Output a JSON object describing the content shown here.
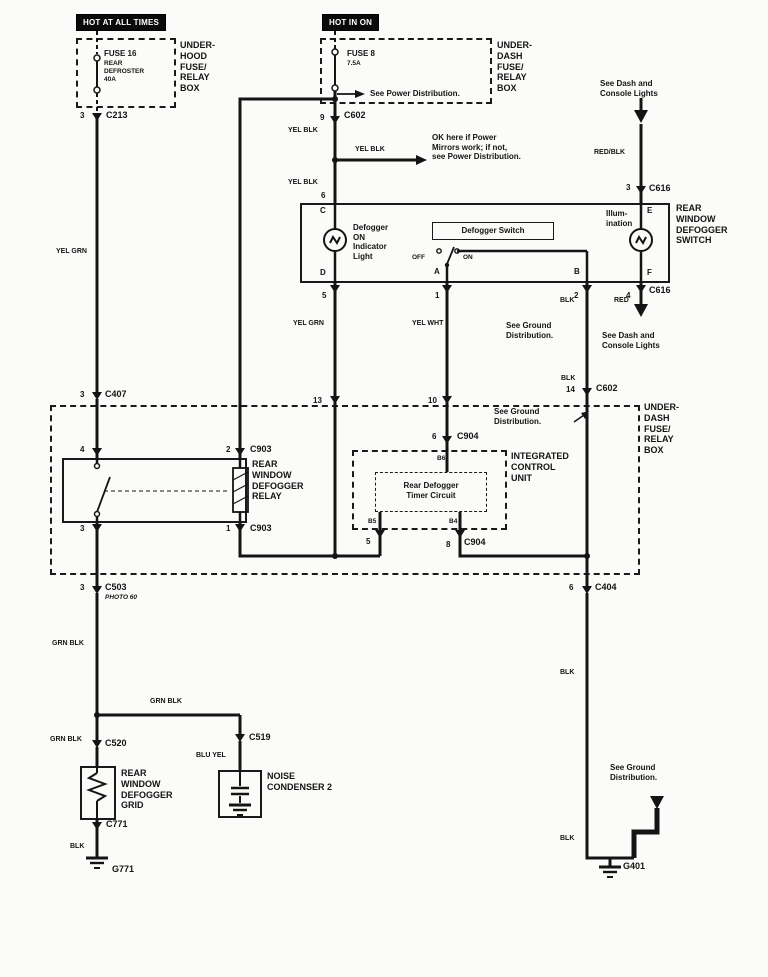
{
  "power": {
    "hot_at_all_times": "HOT AT ALL TIMES",
    "hot_in_on": "HOT IN ON"
  },
  "fuse16": {
    "name": "FUSE 16",
    "desc": "REAR\nDEFROSTER\n40A"
  },
  "fuse8": {
    "name": "FUSE 8",
    "rating": "7.5A"
  },
  "box_labels": {
    "underhood": "UNDER-\nHOOD\nFUSE/\nRELAY\nBOX",
    "underdash_top": "UNDER-\nDASH\nFUSE/\nRELAY\nBOX",
    "underdash_main": "UNDER-\nDASH\nFUSE/\nRELAY\nBOX"
  },
  "components": {
    "switch_label": "REAR\nWINDOW\nDEFOGGER\nSWITCH",
    "relay_label": "REAR\nWINDOW\nDEFOGGER\nRELAY",
    "icu_label": "INTEGRATED\nCONTROL\nUNIT",
    "timer_label": "Rear Defogger\nTimer Circuit",
    "indicator_label": "Defogger\nON\nIndicator\nLight",
    "switch_inner_label": "Defogger Switch",
    "illumination_label": "Illum-\nination",
    "grid_label": "REAR\nWINDOW\nDEFOGGER\nGRID",
    "condenser_label": "NOISE\nCONDENSER 2"
  },
  "notes": {
    "power_dist": "See Power Distribution.",
    "ok_here": "OK here if Power\nMirrors work; if not,\nsee Power Distribution.",
    "dash_lights_top": "See Dash and\nConsole Lights",
    "dash_lights_mid": "See Dash and\nConsole Lights",
    "ground_dist_mid": "See Ground\nDistribution.",
    "ground_dist_box": "See Ground\nDistribution.",
    "ground_dist_bottom": "See Ground\nDistribution.",
    "photo": "PHOTO 60"
  },
  "wire_labels": {
    "yel_grn": "YEL GRN",
    "yel_blk": "YEL BLK",
    "yel_wht": "YEL WHT",
    "red_blk": "RED/BLK",
    "red": "RED",
    "blk": "BLK",
    "grn_blk": "GRN BLK",
    "blu_yel": "BLU YEL"
  },
  "connectors": {
    "c213": "C213",
    "c602": "C602",
    "c616": "C616",
    "c407": "C407",
    "c903": "C903",
    "c904": "C904",
    "c503": "C503",
    "c404": "C404",
    "c520": "C520",
    "c519": "C519",
    "c771": "C771",
    "g771": "G771",
    "g401": "G401"
  },
  "pins": {
    "p1": "1",
    "p2": "2",
    "p3": "3",
    "p4": "4",
    "p5": "5",
    "p6": "6",
    "p8": "8",
    "p9": "9",
    "p10": "10",
    "p13": "13",
    "p14": "14",
    "b6": "B6",
    "b5": "B5",
    "b4": "B4",
    "sw_c": "C",
    "sw_d": "D",
    "sw_a": "A",
    "sw_b": "B",
    "sw_e": "E",
    "sw_f": "F",
    "off": "OFF",
    "on": "ON"
  }
}
